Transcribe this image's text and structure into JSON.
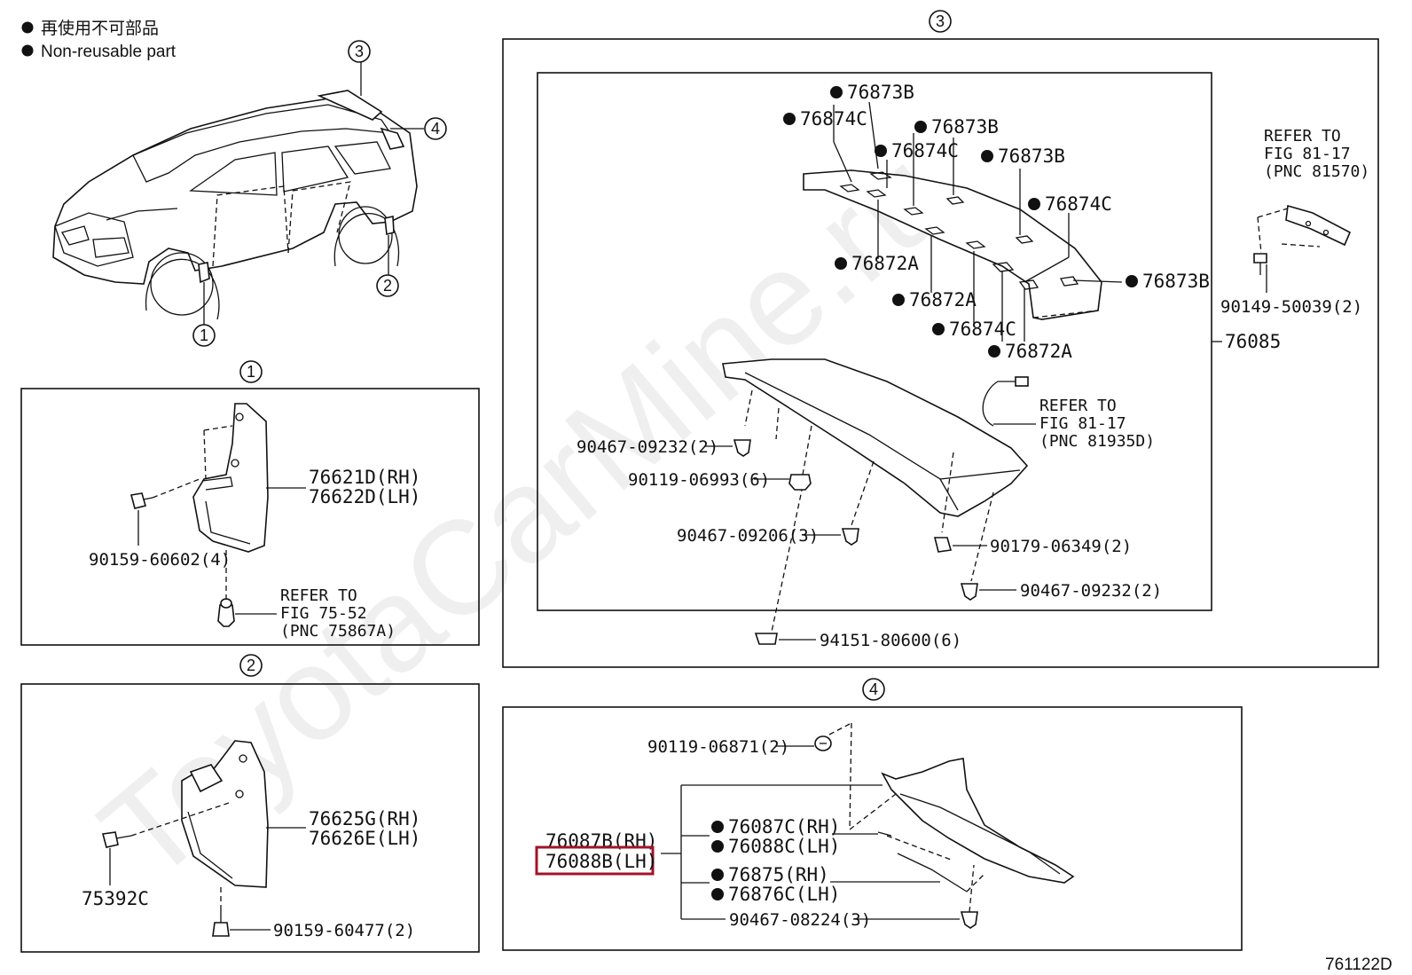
{
  "legend": {
    "jp_text": "再使用不可部品",
    "en_text": "Non-reusable part"
  },
  "watermark": "ToyotaCarMine.ru",
  "diagram_code": "761122D",
  "callouts": {
    "c1": "1",
    "c2": "2",
    "c3": "3",
    "c4": "4"
  },
  "section3": {
    "title_num": "3",
    "parts": {
      "p76873B_a": "76873B",
      "p76874C_a": "76874C",
      "p76873B_b": "76873B",
      "p76874C_b": "76874C",
      "p76873B_c": "76873B",
      "p76874C_c": "76874C",
      "p76872A_a": "76872A",
      "p76873B_d": "76873B",
      "p76872A_b": "76872A",
      "p76874C_d": "76874C",
      "p76872A_c": "76872A",
      "p76085": "76085",
      "b90467_09232_a": "90467-09232(2)",
      "b90119_06993": "90119-06993(6)",
      "b90467_09206": "90467-09206(3)",
      "b90179_06349": "90179-06349(2)",
      "b90467_09232_b": "90467-09232(2)",
      "b94151_80600": "94151-80600(6)",
      "b90149_50039": "90149-50039(2)"
    },
    "ref1": {
      "l1": "REFER TO",
      "l2": "FIG 81-17",
      "l3": "(PNC 81570)"
    },
    "ref2": {
      "l1": "REFER TO",
      "l2": "FIG 81-17",
      "l3": "(PNC 81935D)"
    }
  },
  "section1": {
    "title_num": "1",
    "parts": {
      "rh": "76621D(RH)",
      "lh": "76622D(LH)",
      "bolt": "90159-60602(4)"
    },
    "ref": {
      "l1": "REFER TO",
      "l2": "FIG 75-52",
      "l3": "(PNC 75867A)"
    }
  },
  "section2": {
    "title_num": "2",
    "parts": {
      "rh": "76625G(RH)",
      "lh": "76626E(LH)",
      "bolt": "75392C",
      "screw": "90159-60477(2)"
    }
  },
  "section4": {
    "title_num": "4",
    "parts": {
      "b90119_06871": "90119-06871(2)",
      "assy_rh": "76087B(RH)",
      "assy_lh": "76088B(LH)",
      "p76087C": "76087C(RH)",
      "p76088C": "76088C(LH)",
      "p76875": "76875(RH)",
      "p76876C": "76876C(LH)",
      "b90467_08224": "90467-08224(3)"
    }
  }
}
